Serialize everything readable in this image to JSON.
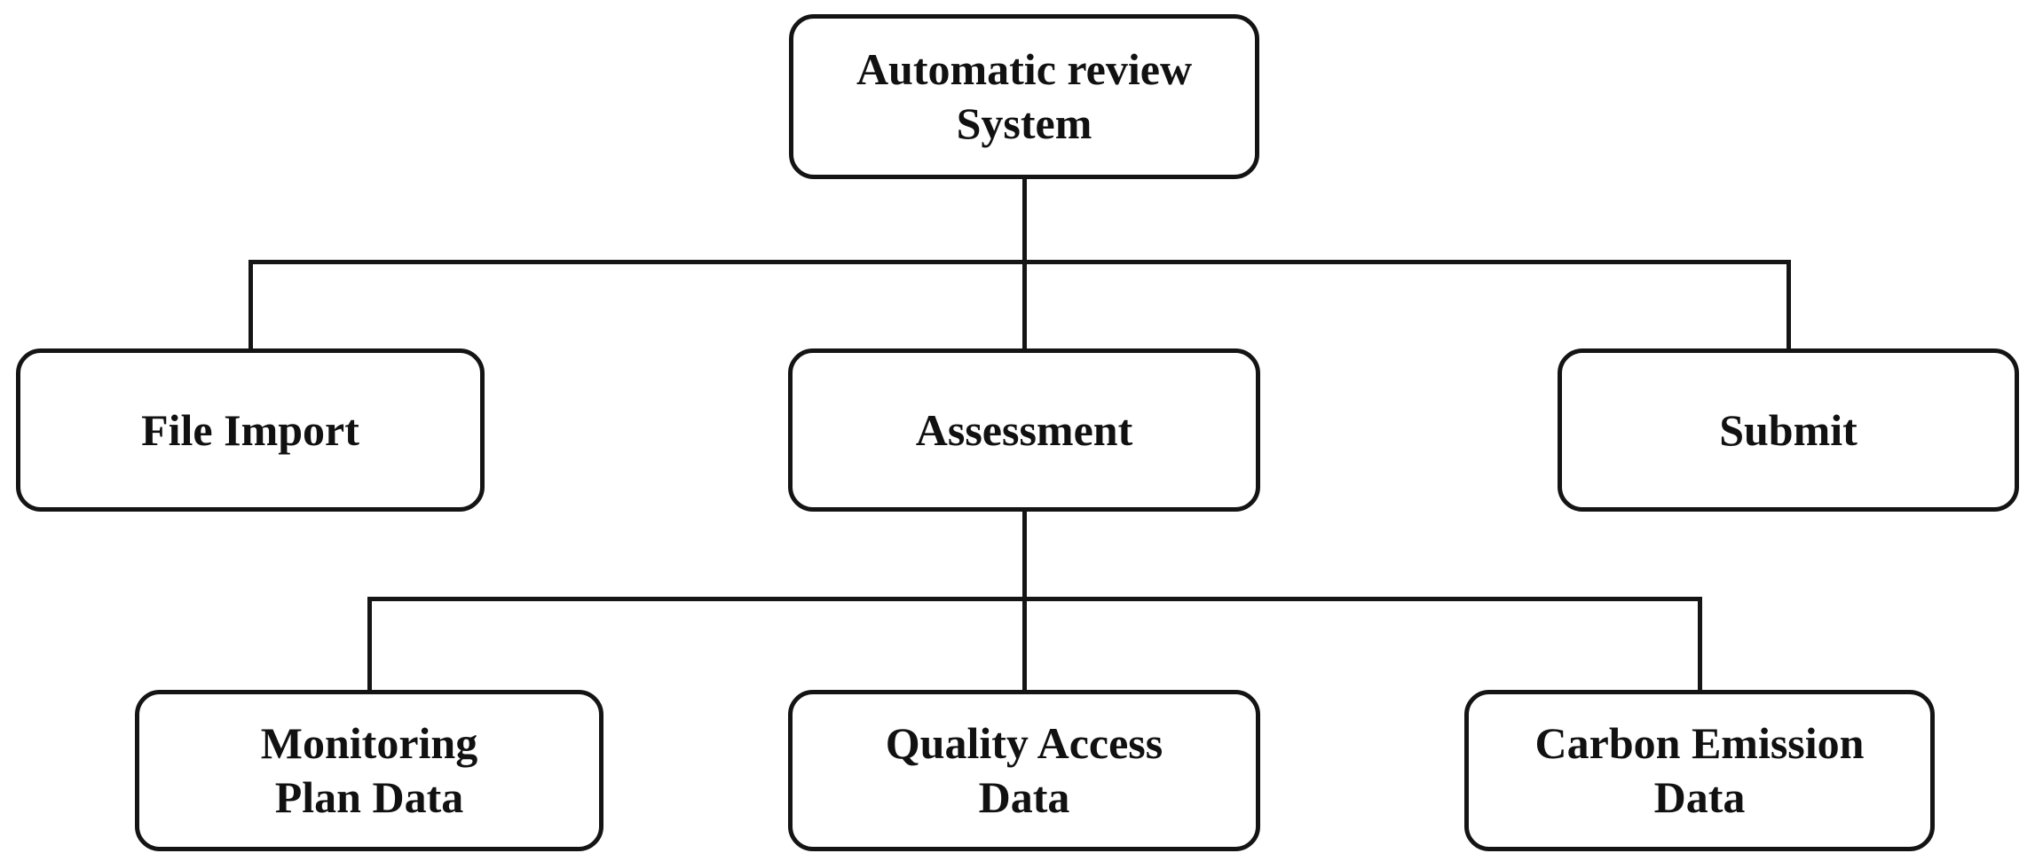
{
  "diagram": {
    "type": "hierarchy-flowchart",
    "colors": {
      "background": "#ffffff",
      "box_fill": "#ffffff",
      "box_border": "#141414",
      "connector_line": "#151515",
      "text": "#111111"
    },
    "nodes": {
      "root": {
        "label": "Automatic review System",
        "lines": [
          "Automatic review",
          "System"
        ]
      },
      "file_import": {
        "label": "File Import",
        "lines": [
          "File Import"
        ]
      },
      "assessment": {
        "label": "Assessment",
        "lines": [
          "Assessment"
        ]
      },
      "submit": {
        "label": "Submit",
        "lines": [
          "Submit"
        ]
      },
      "monitoring_plan": {
        "label": "Monitoring Plan Data",
        "lines": [
          "Monitoring",
          "Plan Data"
        ]
      },
      "quality_access": {
        "label": "Quality Access Data",
        "lines": [
          "Quality Access",
          "Data"
        ]
      },
      "carbon_emission": {
        "label": "Carbon Emission Data",
        "lines": [
          "Carbon Emission",
          "Data"
        ]
      }
    },
    "edges": [
      {
        "from": "root",
        "to": "file_import"
      },
      {
        "from": "root",
        "to": "assessment"
      },
      {
        "from": "root",
        "to": "submit"
      },
      {
        "from": "assessment",
        "to": "monitoring_plan"
      },
      {
        "from": "assessment",
        "to": "quality_access"
      },
      {
        "from": "assessment",
        "to": "carbon_emission"
      }
    ]
  }
}
